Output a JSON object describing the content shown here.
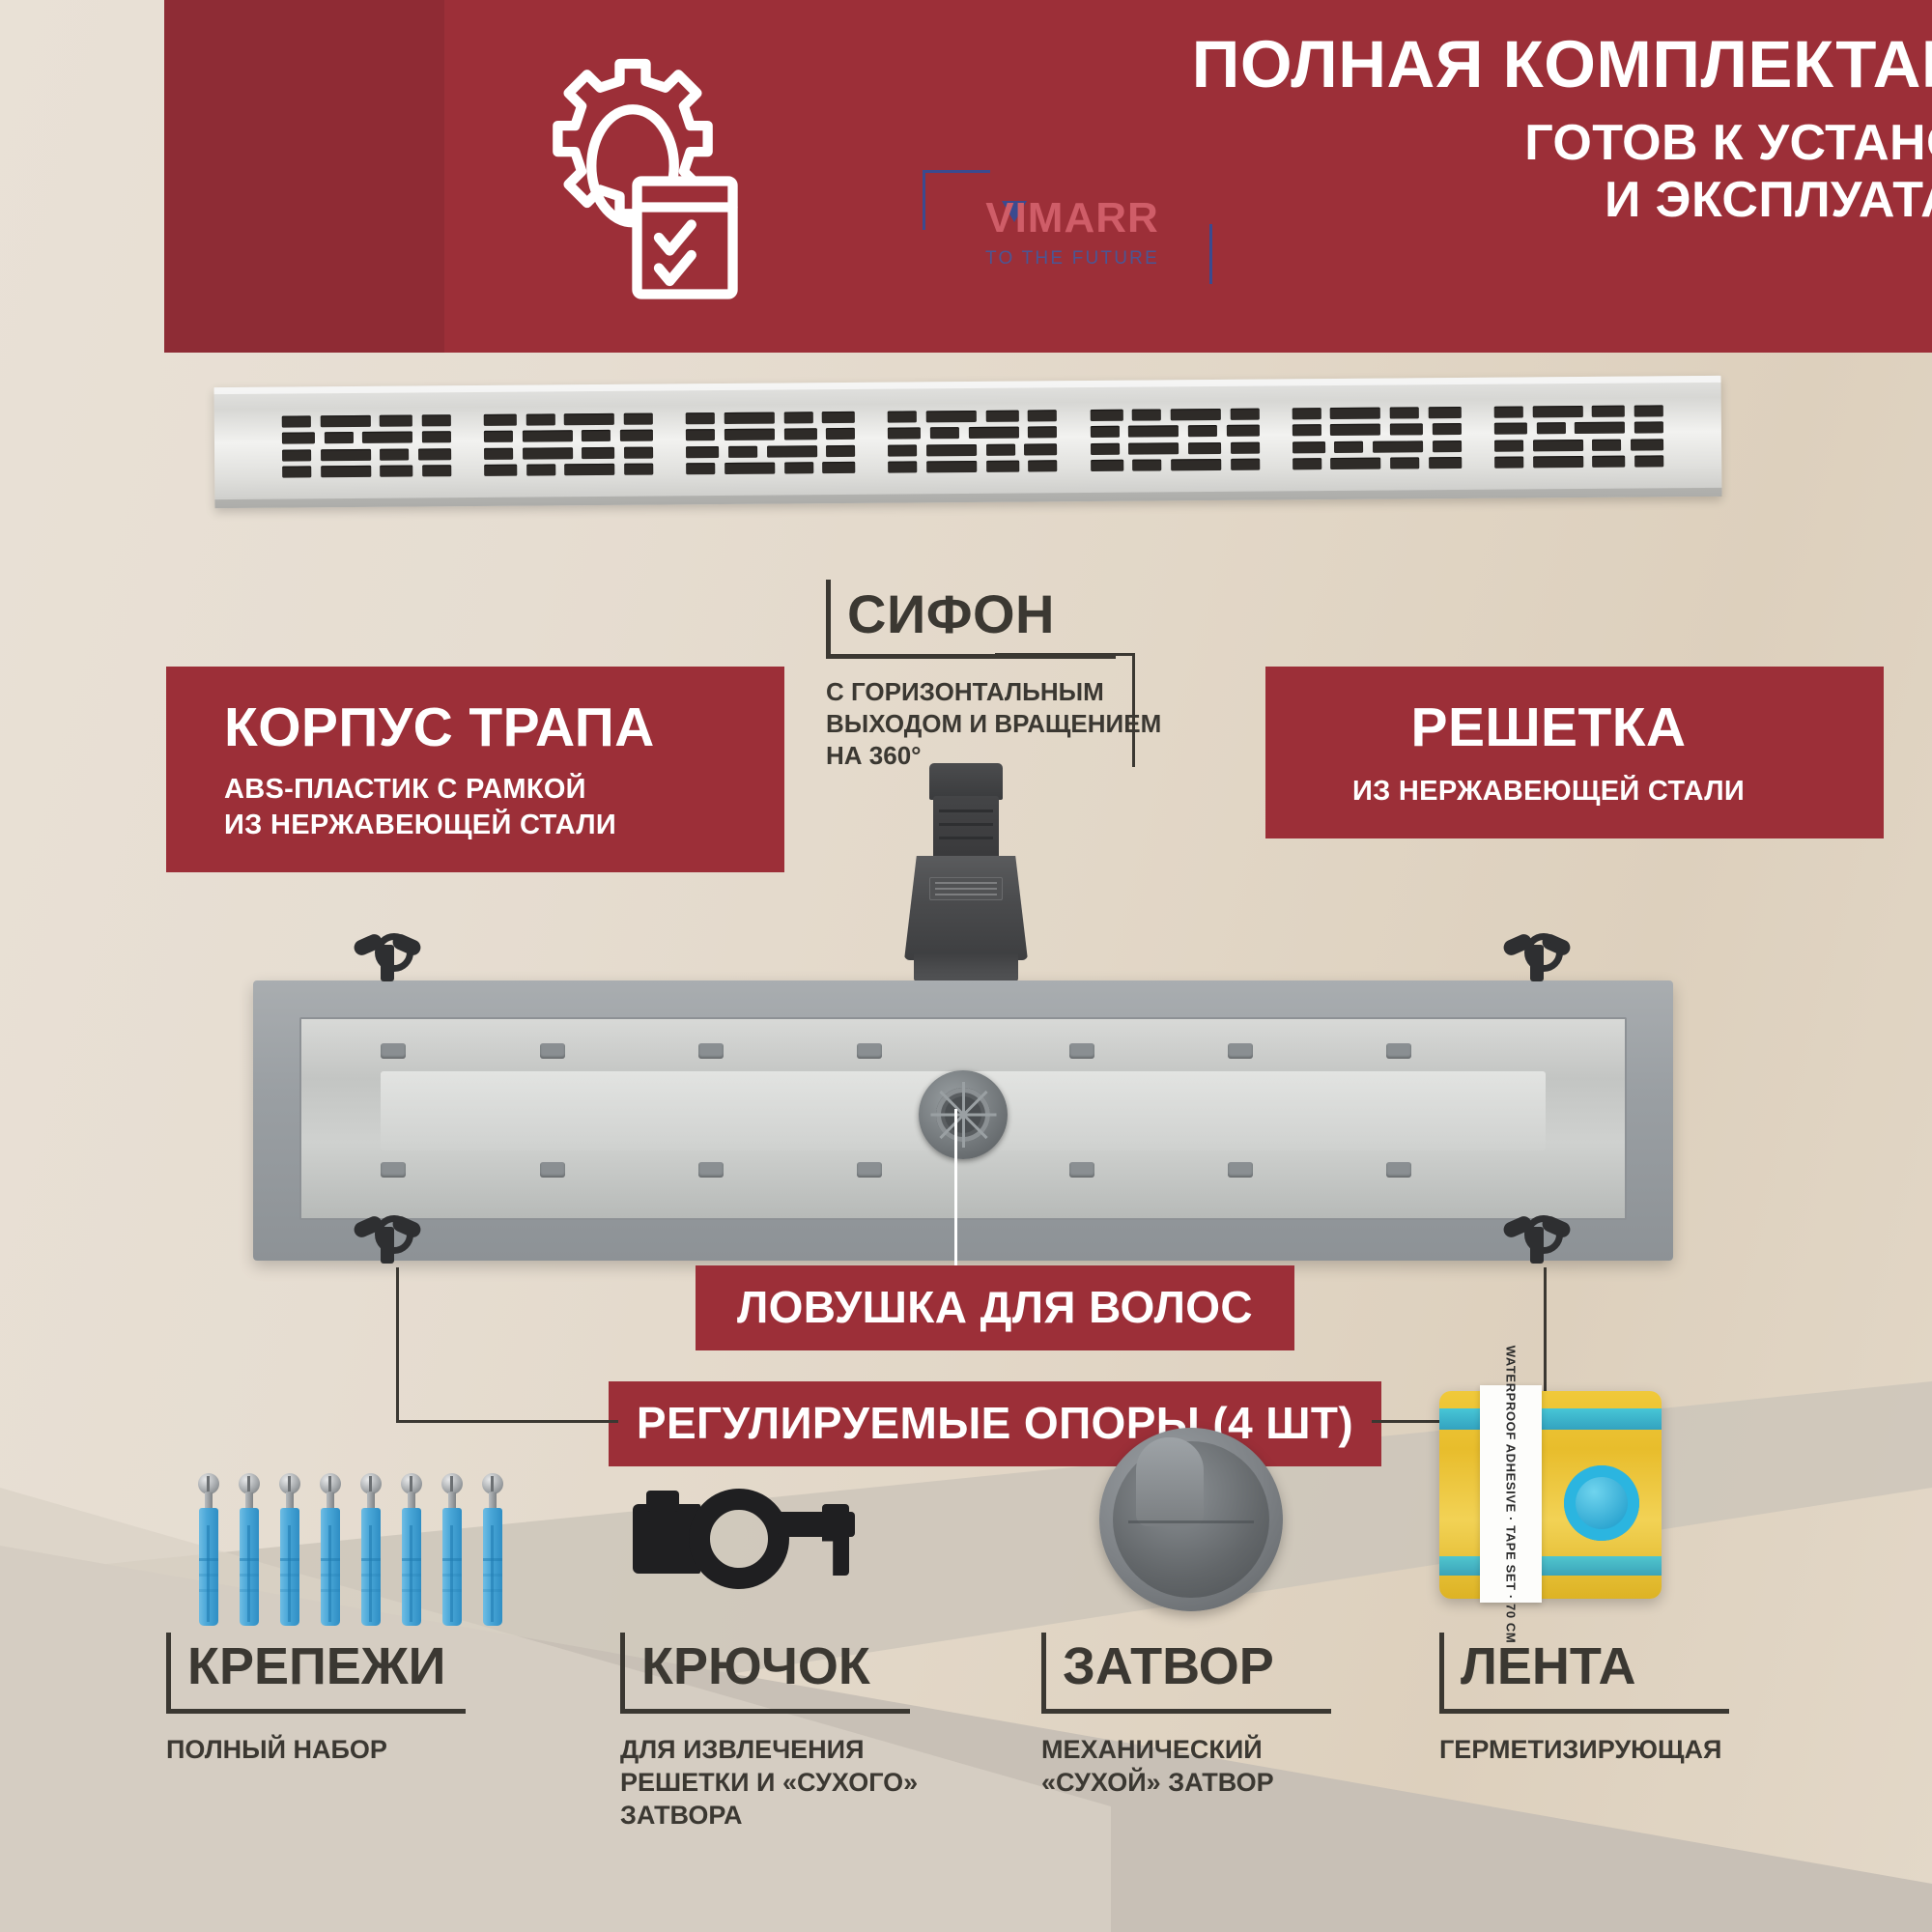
{
  "header": {
    "title_main": "ПОЛНАЯ КОМПЛЕКТАЦИЯ",
    "title_sub_line1": "ГОТОВ К УСТАНОВКЕ",
    "title_sub_line2": "И ЭКСПЛУАТАЦИИ",
    "gear_icon": "gear-checklist-icon",
    "bg_color": "#9c2f38"
  },
  "brand": {
    "name": "Vimarr",
    "name_display": "VIMARR",
    "tagline": "TO THE FUTURE",
    "accent_color": "#3b4a8f",
    "name_color": "#cf5d68"
  },
  "callouts": {
    "korpus": {
      "title": "КОРПУС ТРАПА",
      "subtitle_line1": "ABS-ПЛАСТИК С РАМКОЙ",
      "subtitle_line2": "ИЗ НЕРЖАВЕЮЩЕЙ СТАЛИ"
    },
    "reshetka": {
      "title": "РЕШЕТКА",
      "subtitle": "ИЗ НЕРЖАВЕЮЩЕЙ СТАЛИ"
    },
    "sifon": {
      "title": "СИФОН",
      "subtitle_line1": "С ГОРИЗОНТАЛЬНЫМ",
      "subtitle_line2": "ВЫХОДОМ И ВРАЩЕНИЕМ",
      "subtitle_line3": "НА 360°"
    },
    "lovushka": {
      "title": "ЛОВУШКА ДЛЯ ВОЛОС"
    },
    "opory": {
      "title": "РЕГУЛИРУЕМЫЕ ОПОРЫ (4 ШТ)"
    }
  },
  "parts": [
    {
      "id": "krepezhi",
      "title": "КРЕПЕЖИ",
      "subtitle": "ПОЛНЫЙ НАБОР",
      "icon": "screws-and-anchors-icon",
      "count": 8
    },
    {
      "id": "kryuchok",
      "title": "КРЮЧОК",
      "subtitle_line1": "ДЛЯ ИЗВЛЕЧЕНИЯ",
      "subtitle_line2": "РЕШЕТКИ И «СУХОГО»",
      "subtitle_line3": "ЗАТВОРА",
      "icon": "hook-tool-icon"
    },
    {
      "id": "zatvor",
      "title": "ЗАТВОР",
      "subtitle_line1": "МЕХАНИЧЕСКИЙ",
      "subtitle_line2": "«СУХОЙ» ЗАТВОР",
      "icon": "dry-valve-icon"
    },
    {
      "id": "lenta",
      "title": "ЛЕНТА",
      "subtitle": "ГЕРМЕТИЗИРУЮЩАЯ",
      "icon": "waterproof-tape-roll-icon"
    }
  ],
  "tape_label": {
    "line1": "WATERPROOF ADHESIVE",
    "line2": "TAPE SET",
    "line3": "70 CM"
  },
  "colors": {
    "brand_red": "#9c2f38",
    "background": "#e6ddd2",
    "text_dark": "#3b3832",
    "steel": "#a9adb0",
    "accent_blue": "#3b4a8f"
  }
}
